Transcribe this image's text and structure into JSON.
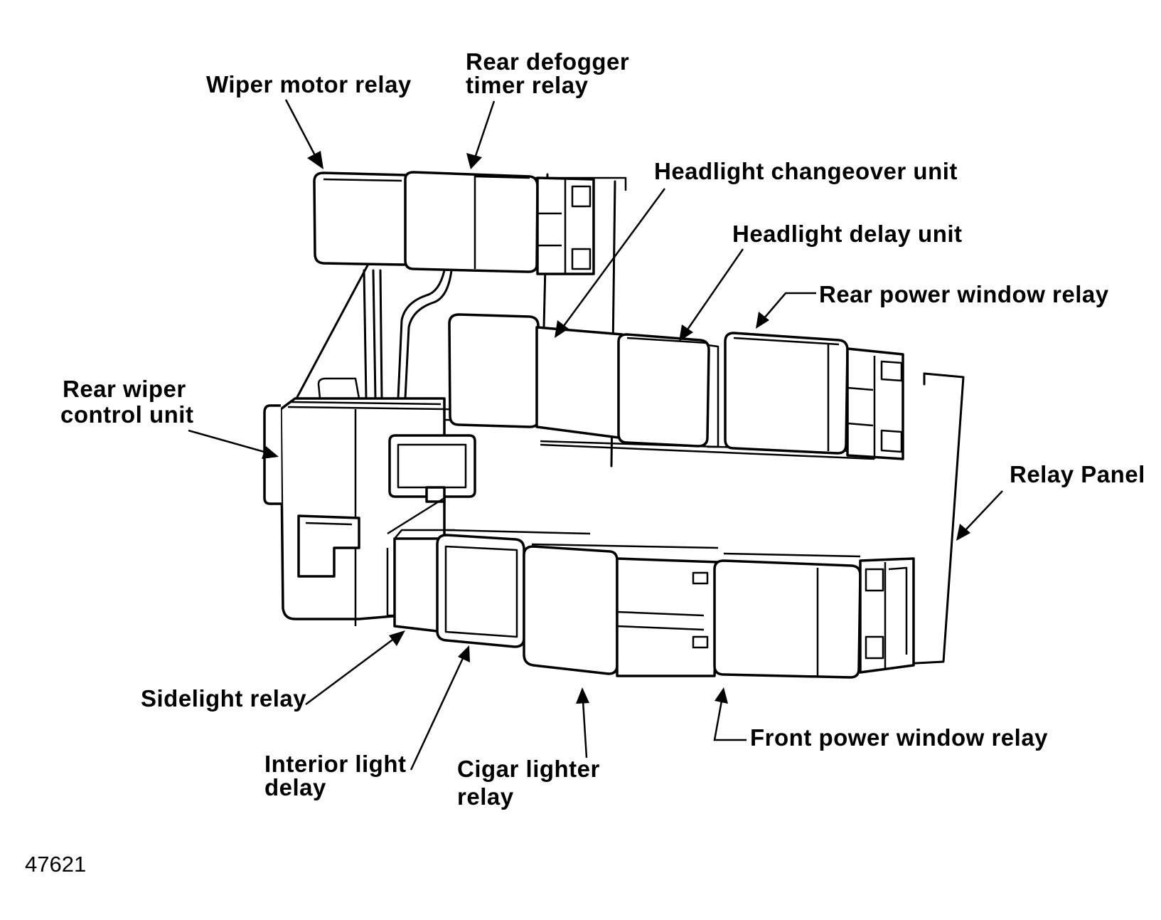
{
  "labels": {
    "wiper_motor_relay": "Wiper motor relay",
    "rear_defogger_line1": "Rear defogger",
    "rear_defogger_line2": "timer relay",
    "headlight_changeover_unit": "Headlight changeover unit",
    "headlight_delay_unit": "Headlight delay unit",
    "rear_power_window_relay": "Rear power window relay",
    "rear_wiper_line1": "Rear wiper",
    "rear_wiper_line2": "control unit",
    "relay_panel": "Relay Panel",
    "sidelight_relay": "Sidelight relay",
    "interior_light_line1": "Interior light",
    "interior_light_line2": "delay",
    "cigar_lighter_line1": "Cigar lighter",
    "cigar_lighter_line2": "relay",
    "front_power_window_relay": "Front power window relay"
  },
  "figure_number": "47621"
}
